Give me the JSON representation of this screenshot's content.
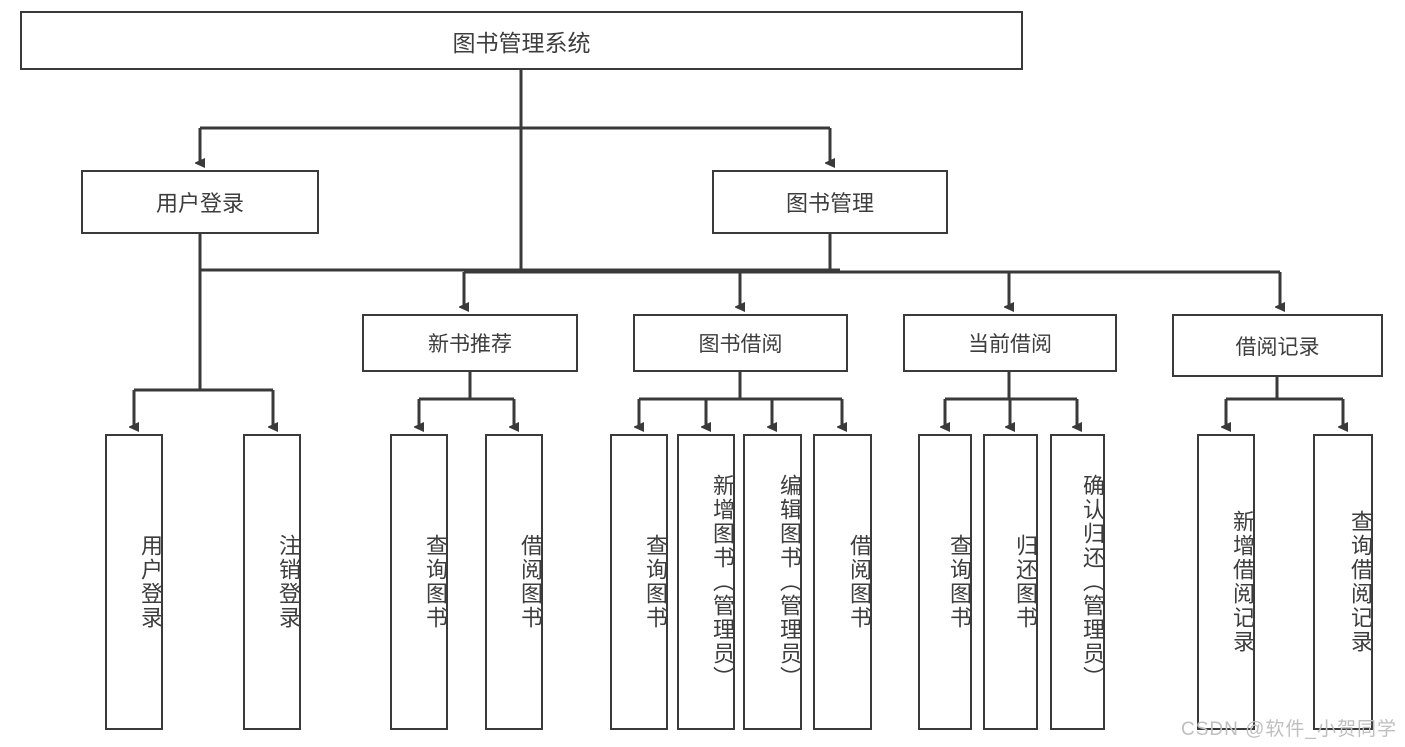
{
  "diagram": {
    "title": "图书管理系统",
    "watermark": "CSDN @软件_小贺同学",
    "line_color": "#3a3a3a",
    "text_color": "#3d3d3d",
    "background": "#ffffff"
  },
  "nodes": {
    "root": {
      "label": "图书管理系统"
    },
    "level1": [
      {
        "label": "用户登录"
      },
      {
        "label": "图书管理"
      }
    ],
    "level2": [
      {
        "label": "新书推荐"
      },
      {
        "label": "图书借阅"
      },
      {
        "label": "当前借阅"
      },
      {
        "label": "借阅记录"
      }
    ],
    "leaves": {
      "user_login": [
        {
          "label": "用户登录"
        },
        {
          "label": "注销登录"
        }
      ],
      "new_book_recommend": [
        {
          "label": "查询图书"
        },
        {
          "label": "借阅图书"
        }
      ],
      "book_borrow": [
        {
          "label": "查询图书"
        },
        {
          "label": "新增图书（管理员）"
        },
        {
          "label": "编辑图书（管理员）"
        },
        {
          "label": "借阅图书"
        }
      ],
      "current_borrow": [
        {
          "label": "查询图书"
        },
        {
          "label": "归还图书"
        },
        {
          "label": "确认归还（管理员）"
        }
      ],
      "borrow_records": [
        {
          "label": "新增借阅记录"
        },
        {
          "label": "查询借阅记录"
        }
      ]
    }
  }
}
